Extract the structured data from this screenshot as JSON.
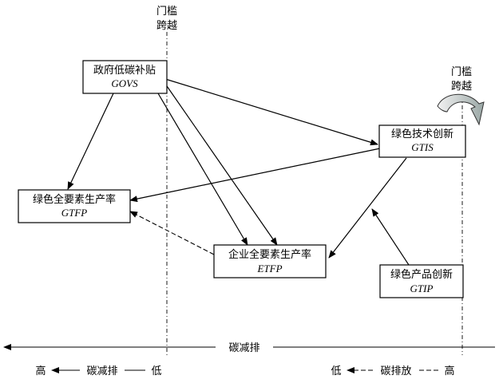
{
  "diagram": {
    "threshold_label": [
      "门槛",
      "跨越"
    ],
    "threshold_label_right": [
      "门槛",
      "跨越"
    ],
    "nodes": {
      "govs": {
        "cn": "政府低碳补贴",
        "en": "GOVS"
      },
      "gtfp": {
        "cn": "绿色全要素生产率",
        "en": "GTFP"
      },
      "etfp": {
        "cn": "企业全要素生产率",
        "en": "ETFP"
      },
      "gtis": {
        "cn": "绿色技术创新",
        "en": "GTIS"
      },
      "gtip": {
        "cn": "绿色产品创新",
        "en": "GTIP"
      }
    },
    "axis_label": "碳减排",
    "legend_left": {
      "high": "高",
      "label": "碳减排",
      "low": "低"
    },
    "legend_right": {
      "low": "低",
      "label": "碳排放",
      "high": "高"
    }
  }
}
